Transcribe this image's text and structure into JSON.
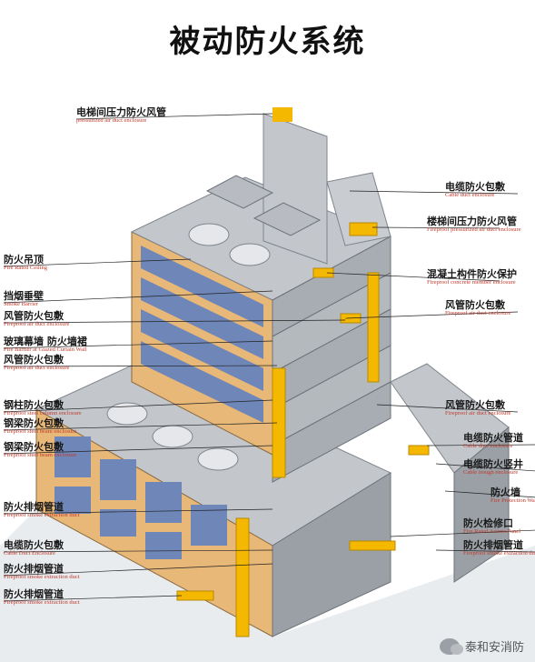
{
  "title": "被动防火系统",
  "labels_left": [
    {
      "zh": "电梯间压力防火风管",
      "en": "pressurized air duct enclosure"
    },
    {
      "zh": "防火吊顶",
      "en": "Fire Rated Ceiling"
    },
    {
      "zh": "挡烟垂壁",
      "en": "Smoke Barrier"
    },
    {
      "zh": "风管防火包敷",
      "en": "Fireproof air duct enclosure"
    },
    {
      "zh": "玻璃幕墙 防火墙裙",
      "en": "Fire Barrier at Glazed Curtain Wall"
    },
    {
      "zh": "风管防火包敷",
      "en": "Fireproof air duct enclosure"
    },
    {
      "zh": "钢柱防火包敷",
      "en": "Fireproof steel column enclosure"
    },
    {
      "zh": "钢梁防火包敷",
      "en": "Fireproof steel beam enclosure"
    },
    {
      "zh": "钢梁防火包敷",
      "en": "Fireproof steel beam enclosure"
    },
    {
      "zh": "防火排烟管道",
      "en": "Fireproof smoke extraction duct"
    },
    {
      "zh": "电缆防火包敷",
      "en": "Cable Duct Enclosure"
    },
    {
      "zh": "防火排烟管道",
      "en": "Fireproof smoke extraction duct"
    },
    {
      "zh": "防火排烟管道",
      "en": "Fireproof smoke extraction duct"
    }
  ],
  "labels_right": [
    {
      "zh": "电缆防火包敷",
      "en": "Cable duct enclosure"
    },
    {
      "zh": "楼梯间压力防火风管",
      "en": "Fireproof pressurized air duct enclosure"
    },
    {
      "zh": "混凝土构件防火保护",
      "en": "Fireproof concrete member enclosure"
    },
    {
      "zh": "风管防火包敷",
      "en": "Fireproof air duct enclosure"
    },
    {
      "zh": "风管防火包敷",
      "en": "Fireproof air duct enclosure"
    },
    {
      "zh": "电缆防火管道",
      "en": "Cable duct enclosure"
    },
    {
      "zh": "电缆防火竖井",
      "en": "Cable trough enclosure"
    },
    {
      "zh": "防火墙",
      "en": "Fire Protection Wall"
    },
    {
      "zh": "防火检修口",
      "en": "Fire Rated Access Panel"
    },
    {
      "zh": "防火排烟管道",
      "en": "Fireproof smoke extraction duct"
    }
  ],
  "watermark": "泰和安消防",
  "colors": {
    "accent": "#f5b800",
    "glass": "#6f86b8",
    "frame": "#e8b878",
    "slab": "#b8bcc2",
    "red_text": "#c0392b"
  }
}
